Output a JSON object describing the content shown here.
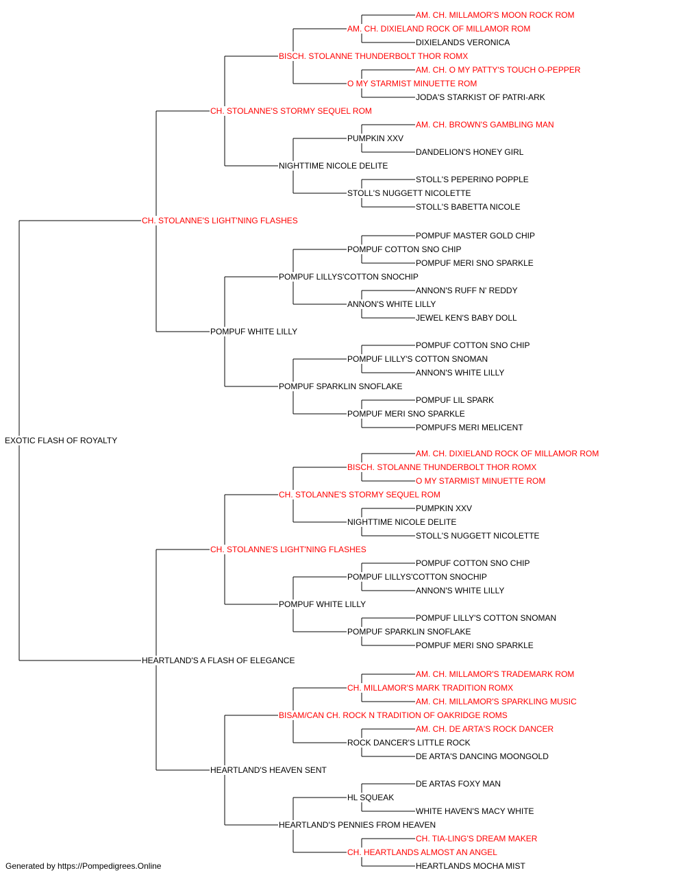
{
  "colors": {
    "champion": "#ff0000",
    "regular": "#000000",
    "line": "#000000"
  },
  "footer": "Generated by https://Pompedigrees.Online",
  "pedigree": {
    "name": "EXOTIC FLASH OF ROYALTY",
    "champion": false,
    "sire": {
      "name": "CH. STOLANNE'S LIGHT'NING FLASHES",
      "champion": true,
      "sire": {
        "name": "CH. STOLANNE'S STORMY SEQUEL ROM",
        "champion": true,
        "sire": {
          "name": "BISCH. STOLANNE THUNDERBOLT THOR ROMX",
          "champion": true,
          "sire": {
            "name": "AM. CH. DIXIELAND ROCK OF MILLAMOR ROM",
            "champion": true,
            "sire": {
              "name": "AM. CH. MILLAMOR'S MOON ROCK ROM",
              "champion": true
            },
            "dam": {
              "name": "DIXIELANDS VERONICA",
              "champion": false
            }
          },
          "dam": {
            "name": "O MY STARMIST MINUETTE ROM",
            "champion": true,
            "sire": {
              "name": "AM. CH. O MY PATTY'S TOUCH O-PEPPER",
              "champion": true
            },
            "dam": {
              "name": "JODA'S STARKIST OF PATRI-ARK",
              "champion": false
            }
          }
        },
        "dam": {
          "name": "NIGHTTIME NICOLE DELITE",
          "champion": false,
          "sire": {
            "name": "PUMPKIN XXV",
            "champion": false,
            "sire": {
              "name": "AM. CH. BROWN'S GAMBLING MAN",
              "champion": true
            },
            "dam": {
              "name": "DANDELION'S HONEY GIRL",
              "champion": false
            }
          },
          "dam": {
            "name": "STOLL'S NUGGETT NICOLETTE",
            "champion": false,
            "sire": {
              "name": "STOLL'S PEPERINO POPPLE",
              "champion": false
            },
            "dam": {
              "name": "STOLL'S BABETTA NICOLE",
              "champion": false
            }
          }
        }
      },
      "dam": {
        "name": "POMPUF WHITE LILLY",
        "champion": false,
        "sire": {
          "name": "POMPUF LILLYS'COTTON SNOCHIP",
          "champion": false,
          "sire": {
            "name": "POMPUF COTTON SNO CHIP",
            "champion": false,
            "sire": {
              "name": "POMPUF MASTER GOLD CHIP",
              "champion": false
            },
            "dam": {
              "name": "POMPUF MERI SNO SPARKLE",
              "champion": false
            }
          },
          "dam": {
            "name": "ANNON'S WHITE LILLY",
            "champion": false,
            "sire": {
              "name": "ANNON'S RUFF N' REDDY",
              "champion": false
            },
            "dam": {
              "name": "JEWEL KEN'S BABY DOLL",
              "champion": false
            }
          }
        },
        "dam": {
          "name": "POMPUF SPARKLIN SNOFLAKE",
          "champion": false,
          "sire": {
            "name": "POMPUF LILLY'S COTTON SNOMAN",
            "champion": false,
            "sire": {
              "name": "POMPUF COTTON SNO CHIP",
              "champion": false
            },
            "dam": {
              "name": "ANNON'S WHITE LILLY",
              "champion": false
            }
          },
          "dam": {
            "name": "POMPUF MERI SNO SPARKLE",
            "champion": false,
            "sire": {
              "name": "POMPUF LIL SPARK",
              "champion": false
            },
            "dam": {
              "name": "POMPUFS MERI MELICENT",
              "champion": false
            }
          }
        }
      }
    },
    "dam": {
      "name": "HEARTLAND'S A FLASH OF ELEGANCE",
      "champion": false,
      "sire": {
        "name": "CH. STOLANNE'S LIGHT'NING FLASHES",
        "champion": true,
        "sire": {
          "name": "CH. STOLANNE'S STORMY SEQUEL ROM",
          "champion": true,
          "sire": {
            "name": "BISCH. STOLANNE THUNDERBOLT THOR ROMX",
            "champion": true,
            "sire": {
              "name": "AM. CH. DIXIELAND ROCK OF MILLAMOR ROM",
              "champion": true
            },
            "dam": {
              "name": "O MY STARMIST MINUETTE ROM",
              "champion": true
            }
          },
          "dam": {
            "name": "NIGHTTIME NICOLE DELITE",
            "champion": false,
            "sire": {
              "name": "PUMPKIN XXV",
              "champion": false
            },
            "dam": {
              "name": "STOLL'S NUGGETT NICOLETTE",
              "champion": false
            }
          }
        },
        "dam": {
          "name": "POMPUF WHITE LILLY",
          "champion": false,
          "sire": {
            "name": "POMPUF LILLYS'COTTON SNOCHIP",
            "champion": false,
            "sire": {
              "name": "POMPUF COTTON SNO CHIP",
              "champion": false
            },
            "dam": {
              "name": "ANNON'S WHITE LILLY",
              "champion": false
            }
          },
          "dam": {
            "name": "POMPUF SPARKLIN SNOFLAKE",
            "champion": false,
            "sire": {
              "name": "POMPUF LILLY'S COTTON SNOMAN",
              "champion": false
            },
            "dam": {
              "name": "POMPUF MERI SNO SPARKLE",
              "champion": false
            }
          }
        }
      },
      "dam": {
        "name": "HEARTLAND'S HEAVEN SENT",
        "champion": false,
        "sire": {
          "name": "BISAM/CAN CH. ROCK N TRADITION OF OAKRIDGE ROMS",
          "champion": true,
          "sire": {
            "name": "CH. MILLAMOR'S MARK TRADITION ROMX",
            "champion": true,
            "sire": {
              "name": "AM. CH. MILLAMOR'S TRADEMARK ROM",
              "champion": true
            },
            "dam": {
              "name": "AM. CH. MILLAMOR'S SPARKLING MUSIC",
              "champion": true
            }
          },
          "dam": {
            "name": "ROCK DANCER'S LITTLE ROCK",
            "champion": false,
            "sire": {
              "name": "AM. CH. DE ARTA'S ROCK DANCER",
              "champion": true
            },
            "dam": {
              "name": "DE ARTA'S DANCING MOONGOLD",
              "champion": false
            }
          }
        },
        "dam": {
          "name": "HEARTLAND'S PENNIES FROM HEAVEN",
          "champion": false,
          "sire": {
            "name": "HL SQUEAK",
            "champion": false,
            "sire": {
              "name": "DE ARTAS FOXY MAN",
              "champion": false
            },
            "dam": {
              "name": "WHITE HAVEN'S MACY WHITE",
              "champion": false
            }
          },
          "dam": {
            "name": "CH. HEARTLANDS ALMOST AN ANGEL",
            "champion": true,
            "sire": {
              "name": "CH. TIA-LING'S DREAM MAKER",
              "champion": true
            },
            "dam": {
              "name": "HEARTLANDS MOCHA MIST",
              "champion": false
            }
          }
        }
      }
    }
  }
}
